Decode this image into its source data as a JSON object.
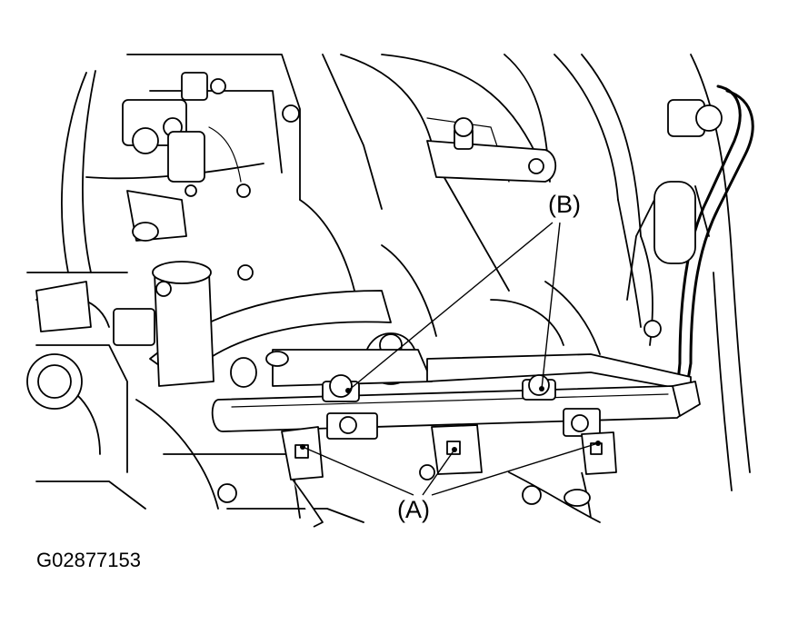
{
  "figure": {
    "id": "G02877153",
    "callout_a": "(A)",
    "callout_b": "(B)"
  }
}
